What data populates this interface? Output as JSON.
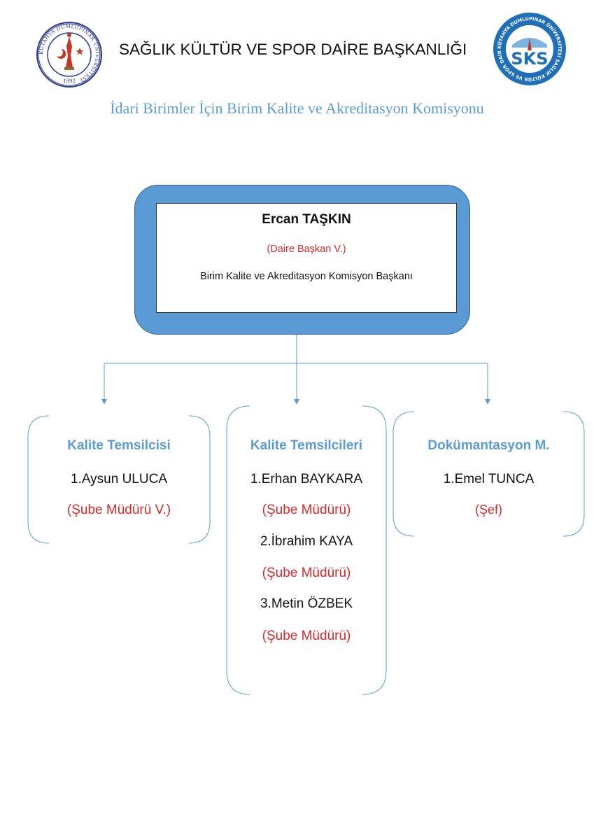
{
  "header": {
    "title": "SAĞLIK KÜLTÜR VE SPOR DAİRE BAŞKANLIĞI",
    "subtitle": "İdari Birimler İçin Birim Kalite ve Akreditasyon Komisyonu"
  },
  "logos": {
    "left": {
      "icon": "university-seal-icon",
      "year": "1992",
      "ring_text": "KÜTAHYA DUMLUPINAR ÜNİVERSİTESİ"
    },
    "right": {
      "icon": "sks-logo-icon",
      "letters": "SKS",
      "ring_text": "KÜTAHYA DUMLUPINAR ÜNİVERSİTESİ SAĞLIK KÜLTÜR VE SPOR DAİRE BAŞKANLIĞI"
    }
  },
  "head_box": {
    "name": "Ercan TAŞKIN",
    "role": "(Daire Başkan V.)",
    "description": "Birim Kalite ve Akreditasyon Komisyon Başkanı"
  },
  "branches": [
    {
      "title": "Kalite Temsilcisi",
      "members": [
        {
          "name": "1.Aysun ULUCA",
          "role": "(Şube Müdürü V.)"
        }
      ]
    },
    {
      "title": "Kalite Temsilcileri",
      "members": [
        {
          "name": "1.Erhan BAYKARA",
          "role": "(Şube Müdürü)"
        },
        {
          "name": "2.İbrahim KAYA",
          "role": "(Şube Müdürü)"
        },
        {
          "name": "3.Metin ÖZBEK",
          "role": "(Şube Müdürü)"
        }
      ]
    },
    {
      "title": "Dokümantasyon M.",
      "members": [
        {
          "name": "1.Emel TUNCA",
          "role": "(Şef)"
        }
      ]
    }
  ],
  "colors": {
    "accent": "#5b9bd5",
    "role": "#d42a2a",
    "text": "#111111"
  }
}
